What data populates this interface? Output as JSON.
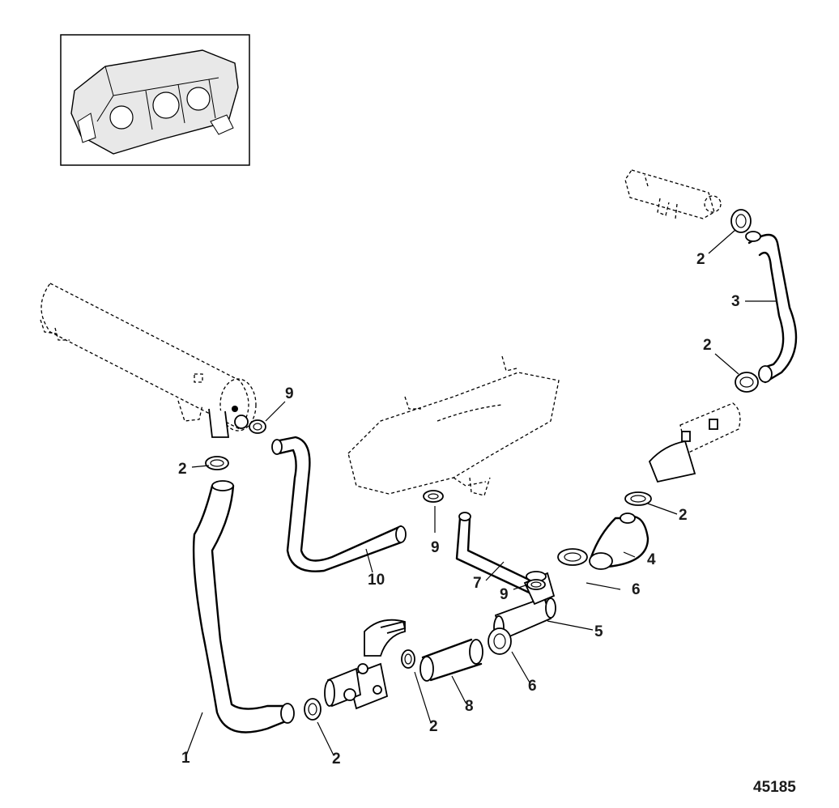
{
  "figure_number": "45185",
  "callouts": [
    {
      "id": "c1",
      "label": "1"
    },
    {
      "id": "c2a",
      "label": "2"
    },
    {
      "id": "c2b",
      "label": "2"
    },
    {
      "id": "c2c",
      "label": "2"
    },
    {
      "id": "c2d",
      "label": "2"
    },
    {
      "id": "c2e",
      "label": "2"
    },
    {
      "id": "c2f",
      "label": "2"
    },
    {
      "id": "c3",
      "label": "3"
    },
    {
      "id": "c4",
      "label": "4"
    },
    {
      "id": "c5",
      "label": "5"
    },
    {
      "id": "c6a",
      "label": "6"
    },
    {
      "id": "c6b",
      "label": "6"
    },
    {
      "id": "c7",
      "label": "7"
    },
    {
      "id": "c8",
      "label": "8"
    },
    {
      "id": "c9a",
      "label": "9"
    },
    {
      "id": "c9b",
      "label": "9"
    },
    {
      "id": "c9c",
      "label": "9"
    },
    {
      "id": "c10",
      "label": "10"
    }
  ]
}
